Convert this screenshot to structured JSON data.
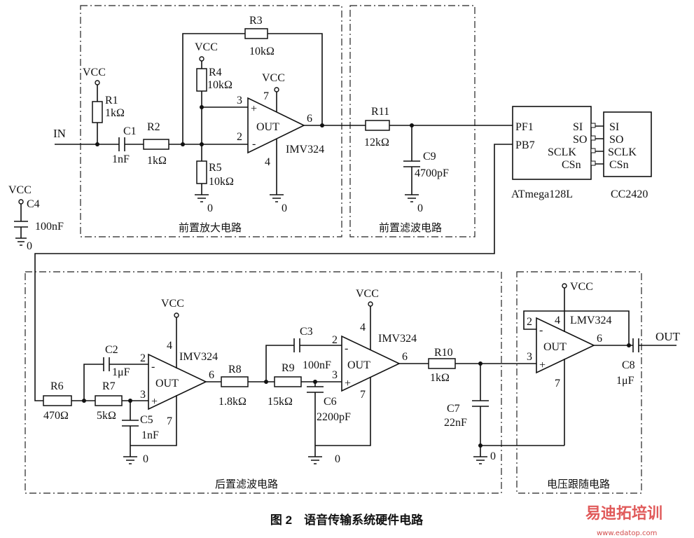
{
  "blocks": {
    "preamp": "前置放大电路",
    "prefilter": "前置滤波电路",
    "postfilter": "后置滤波电路",
    "follower": "电压跟随电路"
  },
  "caption": "图 2　语音传输系统硬件电路",
  "watermark": {
    "brand": "易迪拓培训",
    "url": "www.edatop.com"
  },
  "signals": {
    "in": "IN",
    "out": "OUT",
    "vcc": "VCC",
    "gnd": "0"
  },
  "opamps": {
    "u1": {
      "label": "IMV324",
      "out": "OUT",
      "pin_plus": "3",
      "pin_minus": "2",
      "pin_out": "6",
      "pin_vcc": "7",
      "pin_gnd": "4"
    },
    "u2": {
      "label": "IMV324",
      "out": "OUT",
      "pin_minus": "2",
      "pin_plus": "3",
      "pin_out": "6",
      "pin_vcc": "4",
      "pin_gnd": "7"
    },
    "u3": {
      "label": "IMV324",
      "out": "OUT",
      "pin_minus": "2",
      "pin_plus": "3",
      "pin_out": "6",
      "pin_vcc": "4",
      "pin_gnd": "7"
    },
    "u4": {
      "label": "LMV324",
      "out": "OUT",
      "pin_minus": "2",
      "pin_plus": "3",
      "pin_out": "6",
      "pin_vcc": "4",
      "pin_gnd": "7"
    }
  },
  "components": {
    "r1": {
      "name": "R1",
      "value": "1kΩ"
    },
    "r2": {
      "name": "R2",
      "value": "1kΩ"
    },
    "r3": {
      "name": "R3",
      "value": "10kΩ"
    },
    "r4": {
      "name": "R4",
      "value": "10kΩ"
    },
    "r5": {
      "name": "R5",
      "value": "10kΩ"
    },
    "r6": {
      "name": "R6",
      "value": "470Ω"
    },
    "r7": {
      "name": "R7",
      "value": "5kΩ"
    },
    "r8": {
      "name": "R8",
      "value": "1.8kΩ"
    },
    "r9": {
      "name": "R9",
      "value": "15kΩ"
    },
    "r10": {
      "name": "R10",
      "value": "1kΩ"
    },
    "r11": {
      "name": "R11",
      "value": "12kΩ"
    },
    "c1": {
      "name": "C1",
      "value": "1nF"
    },
    "c2": {
      "name": "C2",
      "value": "1μF"
    },
    "c3": {
      "name": "C3",
      "value": "100nF"
    },
    "c4": {
      "name": "C4",
      "value": "100nF"
    },
    "c5": {
      "name": "C5",
      "value": "1nF"
    },
    "c6": {
      "name": "C6",
      "value": "2200pF"
    },
    "c7": {
      "name": "C7",
      "value": "22nF"
    },
    "c8": {
      "name": "C8",
      "value": "1μF"
    },
    "c9": {
      "name": "C9",
      "value": "4700pF"
    }
  },
  "mcu": {
    "name": "ATmega128L",
    "pins_left": [
      "PF1",
      "PB7"
    ],
    "pins_right": [
      "SI",
      "SO",
      "SCLK",
      "CSn"
    ]
  },
  "rf": {
    "name": "CC2420",
    "pins": [
      "SI",
      "SO",
      "SCLK",
      "CSn"
    ]
  }
}
